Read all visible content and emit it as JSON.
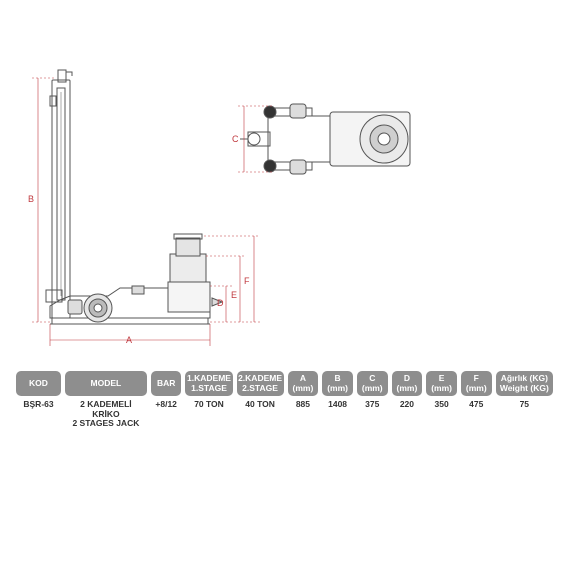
{
  "dimension_labels": [
    "A",
    "B",
    "C",
    "D",
    "E",
    "F"
  ],
  "table": {
    "headers": {
      "kod": [
        "KOD"
      ],
      "model": [
        "MODEL"
      ],
      "bar": [
        "BAR"
      ],
      "stage1": [
        "1.KADEME",
        "1.STAGE"
      ],
      "stage2": [
        "2.KADEME",
        "2.STAGE"
      ],
      "a": [
        "A",
        "(mm)"
      ],
      "b": [
        "B",
        "(mm)"
      ],
      "c": [
        "C",
        "(mm)"
      ],
      "d": [
        "D",
        "(mm)"
      ],
      "e": [
        "E",
        "(mm)"
      ],
      "f": [
        "F",
        "(mm)"
      ],
      "weight": [
        "Ağırlık (KG)",
        "Weight (KG)"
      ]
    },
    "row": {
      "kod": "BŞR-63",
      "model": [
        "2 KADEMELİ KRİKO",
        "2 STAGES JACK"
      ],
      "bar": "+8/12",
      "stage1": "70  TON",
      "stage2": "40  TON",
      "a": "885",
      "b": "1408",
      "c": "375",
      "d": "220",
      "e": "350",
      "f": "475",
      "weight": "75"
    }
  },
  "colors": {
    "dimension_line": "#c0383e",
    "header_bg": "#8e8e8e",
    "outline": "#555555"
  }
}
